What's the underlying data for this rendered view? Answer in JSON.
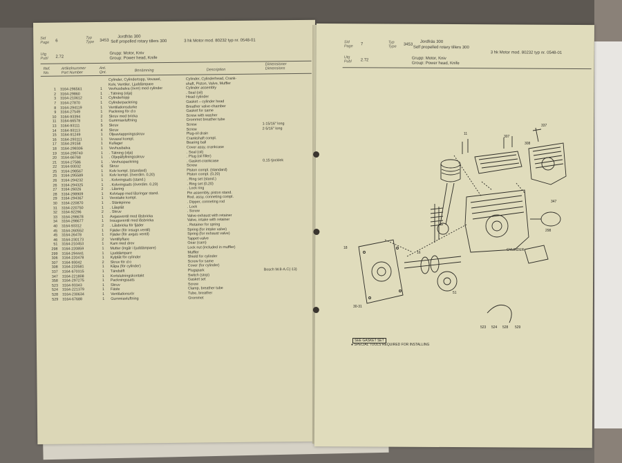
{
  "left_page": {
    "header": {
      "sid_label": "Sid",
      "page_label": "Page",
      "page_no": "6",
      "typ_label": "Typ",
      "type_label": "Type",
      "type_no": "3453",
      "machine_sv": "Jordfräs 300",
      "machine_en": "Self propelled rotary tillers 300",
      "motor": "3 hk Motor mod. 80232 typ nr. 0548-01",
      "utg_label": "Utg",
      "publ_label": "Publ",
      "publ_no": "2.72",
      "grupp": "Grupp: Motor, Kniv",
      "group": "Group: Power head, Knife"
    },
    "columns": {
      "ref_sv": "Ref.",
      "ref_en": "No.",
      "part_sv": "Artikelnummer",
      "part_en": "Part Number",
      "ant_sv": "Ant.",
      "ant_en": "Qnt.",
      "ben": "Benämning",
      "desc": "Description",
      "dim_sv": "Dimensioner",
      "dim_en": "Dimensions"
    },
    "rows": [
      {
        "ref": "",
        "part": "",
        "ant": "",
        "ben": "Cylinder, Cylindertopp, Vevaxel,",
        "desc": "Cylinder, Cylinderhead, Crank-",
        "dim": ""
      },
      {
        "ref": "",
        "part": "",
        "ant": "",
        "ben": "Kolv, Ventiler, Ljuddämpare",
        "desc": "shaft, Piston, Valve, Muffler",
        "dim": ""
      },
      {
        "ref": "1",
        "part": "3164-296561",
        "ant": "1",
        "ben": "Vevhusbalva (övre) med cylinder",
        "desc": "Cylinder assembly",
        "dim": ""
      },
      {
        "ref": "2",
        "part": "3164-29860",
        "ant": "1",
        "ben": ". Tätning (olja)",
        "desc": ". Seal (oil)",
        "dim": ""
      },
      {
        "ref": "3",
        "part": "3164-210612",
        "ant": "1",
        "ben": "Cylindertopp",
        "desc": "Head cylinder",
        "dim": ""
      },
      {
        "ref": "7",
        "part": "3164-27870",
        "ant": "1",
        "ben": "Cylinderpackning",
        "desc": "Gasket – cylinder head",
        "dim": ""
      },
      {
        "ref": "8",
        "part": "3164-294119",
        "ant": "1",
        "ben": "Ventilationsdurke",
        "desc": "Breather valve-chamber",
        "dim": ""
      },
      {
        "ref": "9",
        "part": "3164-27549",
        "ant": "1",
        "ben": "Packning för d:o",
        "desc": "Gasket for same",
        "dim": ""
      },
      {
        "ref": "10",
        "part": "3164-93394",
        "ant": "2",
        "ben": "Skruv med bricka",
        "desc": "Screw with washer",
        "dim": ""
      },
      {
        "ref": "11",
        "part": "3164-66578",
        "ant": "1",
        "ben": "Gummiavluftning",
        "desc": "Grommet breather tube",
        "dim": ""
      },
      {
        "ref": "13",
        "part": "3164-93111",
        "ant": "5",
        "ben": "Skruv",
        "desc": "Screw",
        "dim": "1-15/16\" long"
      },
      {
        "ref": "14",
        "part": "3164-93113",
        "ant": "4",
        "ben": "Skruv",
        "desc": "Screw",
        "dim": "2-5/16\" long"
      },
      {
        "ref": "15",
        "part": "3164-91249",
        "ant": "1",
        "ben": "Oljeavtappningsskruv",
        "desc": "Plug-oil drain",
        "dim": ""
      },
      {
        "ref": "16",
        "part": "3164-293111",
        "ant": "1",
        "ben": "Vevaxel kompl.",
        "desc": "Crankshaft compl.",
        "dim": ""
      },
      {
        "ref": "17",
        "part": "3164-29158",
        "ant": "1",
        "ben": "Kullager",
        "desc": "Bearing ball",
        "dim": ""
      },
      {
        "ref": "18",
        "part": "3164-298306",
        "ant": "1",
        "ben": "Vevhusbalva",
        "desc": "Cover assy, crankcase",
        "dim": ""
      },
      {
        "ref": "19",
        "part": "3164-299740",
        "ant": "1",
        "ben": ". Tätning (olja)",
        "desc": ". Seal (oil)",
        "dim": ""
      },
      {
        "ref": "20",
        "part": "3164-66768",
        "ant": "1",
        "ben": ". Oljepåfyllningsskruv",
        "desc": ". Plug (oil filler)",
        "dim": ""
      },
      {
        "ref": "21",
        "part": "3164-27586",
        "ant": "1",
        "ben": ". Vevhuspackning",
        "desc": ". Gasket-crankcase",
        "dim": "0,15 tjocklek"
      },
      {
        "ref": "22",
        "part": "3164-93032",
        "ant": "6",
        "ben": "Skruv",
        "desc": "Screw",
        "dim": ""
      },
      {
        "ref": "25",
        "part": "3164-298567",
        "ant": "1",
        "ben": "Kolv kompl. (standard)",
        "desc": "Piston compl. (standard)",
        "dim": ""
      },
      {
        "ref": "25",
        "part": "3164-295589",
        "ant": "1",
        "ben": "Kolv kompl. (överdim. 0,20)",
        "desc": "Piston compl. (0,20)",
        "dim": ""
      },
      {
        "ref": "26",
        "part": "3164-294232",
        "ant": "1",
        "ben": ". Kolvringsats (stand.)",
        "desc": ". Ring set (stand.)",
        "dim": ""
      },
      {
        "ref": "26",
        "part": "3164-294325",
        "ant": "1",
        "ben": ". Kolvringsats (överdim. 0,20)",
        "desc": ". Ring set (0,20)",
        "dim": ""
      },
      {
        "ref": "27",
        "part": "3164-26026",
        "ant": "2",
        "ben": ". Låsring",
        "desc": ". Lock ring",
        "dim": ""
      },
      {
        "ref": "28",
        "part": "3164-298909",
        "ant": "1",
        "ben": "Kolvtapp med låsringar stand.",
        "desc": "Pin assembly, piston stand.",
        "dim": ""
      },
      {
        "ref": "29",
        "part": "3164-294367",
        "ant": "1",
        "ben": "Vevstake kompl.",
        "desc": "Rod. assy, conneting compl.",
        "dim": ""
      },
      {
        "ref": "30",
        "part": "3164-220870",
        "ant": "1",
        "ben": ". Stänkpinne",
        "desc": ". Dipper, conneting rod",
        "dim": ""
      },
      {
        "ref": "31",
        "part": "3164-220750",
        "ant": "1",
        "ben": ". Låsplåt",
        "desc": ". Lock",
        "dim": ""
      },
      {
        "ref": "32",
        "part": "3164-92296",
        "ant": "2",
        "ben": ". Skruv",
        "desc": ". Screw",
        "dim": ""
      },
      {
        "ref": "33",
        "part": "3164-298678",
        "ant": "1",
        "ben": "Avgasventil med låsbricka",
        "desc": "Valve-exhaust with retainer",
        "dim": ""
      },
      {
        "ref": "34",
        "part": "3164-298677",
        "ant": "1",
        "ben": "Insugsventil med låsbricka",
        "desc": "Valve, intake with retainer",
        "dim": ""
      },
      {
        "ref": "40",
        "part": "3164-93312",
        "ant": "2",
        "ben": ". Låsbricka för fjäder",
        "desc": ". Retainer for spring",
        "dim": ""
      },
      {
        "ref": "45",
        "part": "3164-260552",
        "ant": "1",
        "ben": "Fjäder (för insugn.ventil)",
        "desc": "Spring (for intake valve)",
        "dim": ""
      },
      {
        "ref": "45",
        "part": "3164-26478",
        "ant": "1",
        "ben": "Fjäder (för avgas ventil)",
        "desc": "Spring (for exhaust valve)",
        "dim": ""
      },
      {
        "ref": "46",
        "part": "3164-230173",
        "ant": "2",
        "ben": "Ventillyftare",
        "desc": "Tappet-valve",
        "dim": ""
      },
      {
        "ref": "51",
        "part": "3164-210453",
        "ant": "1",
        "ben": "Kam med drev",
        "desc": "Gear (cam)",
        "dim": ""
      },
      {
        "ref": "298",
        "part": "3164-220859",
        "ant": "1",
        "ben": "Mutter (ingår i ljuddämpare)",
        "desc": "Lock nut (included in muffler)",
        "dim": ""
      },
      {
        "ref": "299",
        "part": "3164-294441",
        "ant": "1",
        "ben": "Ljuddämpare",
        "desc": "Muffler",
        "dim": ""
      },
      {
        "ref": "306",
        "part": "3164-220478",
        "ant": "1",
        "ben": "Kylplåt för cylinder",
        "desc": "Shield for cylinder",
        "dim": ""
      },
      {
        "ref": "307",
        "part": "3164-93042",
        "ant": "2",
        "ben": "Skruv för d:o",
        "desc": "Screw for same",
        "dim": ""
      },
      {
        "ref": "308",
        "part": "3164-220581",
        "ant": "1",
        "ben": "Kåpa (för cylinder)",
        "desc": "Cover (for cylinder)",
        "dim": ""
      },
      {
        "ref": "337",
        "part": "3164-670315",
        "ant": "1",
        "ben": "Tändstift",
        "desc": "Plugspark",
        "dim": "Bosch W.8-A.C(-13)"
      },
      {
        "ref": "347",
        "part": "3164-221808",
        "ant": "1",
        "ben": "Kortslutningskontakt",
        "desc": "Switch (stop)",
        "dim": ""
      },
      {
        "ref": "358",
        "part": "3164-297275",
        "ant": "1",
        "ben": "Packningssats",
        "desc": "Gasket set",
        "dim": ""
      },
      {
        "ref": "523",
        "part": "3164-93343",
        "ant": "1",
        "ben": "Skruv",
        "desc": "Screw",
        "dim": ""
      },
      {
        "ref": "524",
        "part": "3164-221379",
        "ant": "1",
        "ben": "Fäste",
        "desc": "Clamp, breather tube",
        "dim": ""
      },
      {
        "ref": "528",
        "part": "3164-230634",
        "ant": "1",
        "ben": "Ventilationsrör",
        "desc": "Tube, breather",
        "dim": ""
      },
      {
        "ref": "529",
        "part": "3164-67688",
        "ant": "1",
        "ben": "Gummiavluftning",
        "desc": "Grommet",
        "dim": ""
      }
    ]
  },
  "right_page": {
    "header": {
      "sid_label": "Sid",
      "page_label": "Page",
      "page_no": "7",
      "typ_label": "Typ",
      "type_label": "Type",
      "type_no": "3453",
      "machine_sv": "Jordfräs 300",
      "machine_en": "Self propelled rotary tillers 300",
      "motor": "3 hk Motor mod. 80232 typ nr. 0548-01",
      "utg_label": "Utg",
      "publ_label": "Publ",
      "publ_no": "2.72",
      "grupp": "Grupp: Motor, Kniv",
      "group": "Group: Power head, Knife"
    },
    "diagram": {
      "labels": [
        "307",
        "308",
        "337",
        "347",
        "18",
        "51",
        "523",
        "524",
        "528",
        "529",
        "30-31",
        "CYLINDER",
        "11",
        "298",
        "16"
      ],
      "gasket_box": "SEE GASKET SET",
      "footnote": "SPECIAL TOOLS REQUIRED FOR INSTALLING"
    }
  }
}
